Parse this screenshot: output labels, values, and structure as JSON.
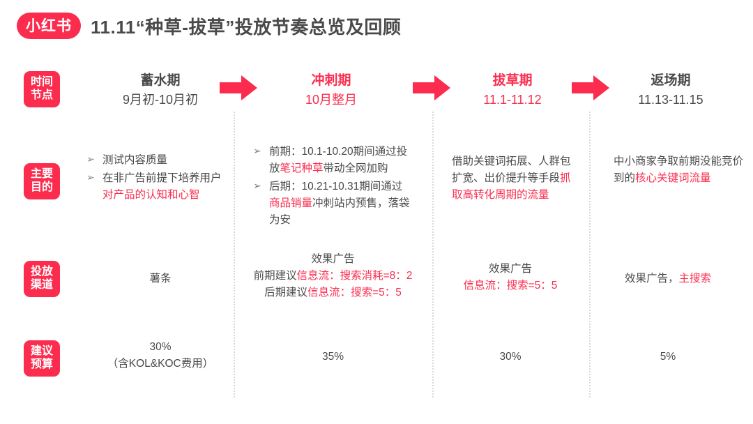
{
  "header": {
    "logo_text": "小红书",
    "title": "11.11“种草-拔草”投放节奏总览及回顾"
  },
  "colors": {
    "brand_red": "#FB2C4E",
    "text_dark": "#4A4A4A",
    "text_body": "#595959",
    "divider": "#D9D9D9"
  },
  "row_labels": [
    {
      "line1": "时间",
      "line2": "节点"
    },
    {
      "line1": "主要",
      "line2": "目的"
    },
    {
      "line1": "投放",
      "line2": "渠道"
    },
    {
      "line1": "建议",
      "line2": "预算"
    }
  ],
  "columns": [
    {
      "name": "蓄水期",
      "date": "9月初-10月初",
      "name_tone": "dark",
      "date_tone": "dark"
    },
    {
      "name": "冲刺期",
      "date": "10月整月",
      "name_tone": "red",
      "date_tone": "red"
    },
    {
      "name": "拔草期",
      "date": "11.1-11.12",
      "name_tone": "red",
      "date_tone": "red"
    },
    {
      "name": "返场期",
      "date": "11.13-11.15",
      "name_tone": "dark",
      "date_tone": "dark"
    }
  ],
  "arrows": [
    {
      "name": "arrow-1"
    },
    {
      "name": "arrow-2"
    },
    {
      "name": "arrow-3"
    }
  ],
  "purpose": {
    "col1": {
      "bullets": [
        {
          "marker": "➢",
          "dark": "测试内容质量",
          "red": ""
        },
        {
          "marker": "➢",
          "dark": "在非广告前提下培养用户",
          "red": "对产品的认知和心智"
        }
      ]
    },
    "col2": {
      "bullets": [
        {
          "marker": "➢",
          "dark_a": "前期：10.1-10.20期间通过投放",
          "red": "笔记种草",
          "dark_b": "带动全网加购"
        },
        {
          "marker": "➢",
          "dark_a": "后期：10.21-10.31期间通过",
          "red": "商品销量",
          "dark_b": "冲刺站内预售，落袋为安"
        }
      ]
    },
    "col3": {
      "dark": "借助关键词拓展、人群包扩宽、出价提升等手段",
      "red": "抓取高转化周期的流量"
    },
    "col4": {
      "dark": "中小商家争取前期没能竞价到的",
      "red": "核心关键词流量"
    }
  },
  "channel": {
    "col1": {
      "line1_dark": "薯条"
    },
    "col2": {
      "line1_dark": "效果广告",
      "line2_dark": "前期建议",
      "line2_red": "信息流：搜索消耗=8：2",
      "line3_dark": "后期建议",
      "line3_red": "信息流：搜索=5：5"
    },
    "col3": {
      "line1_dark": "效果广告",
      "line2_red": "信息流：搜索=5：5"
    },
    "col4": {
      "line1_dark": "效果广告，",
      "line1_red": "主搜索"
    }
  },
  "budget": {
    "col1": {
      "value": "30%",
      "note": "（含KOL&KOC费用）"
    },
    "col2": {
      "value": "35%",
      "note": ""
    },
    "col3": {
      "value": "30%",
      "note": ""
    },
    "col4": {
      "value": "5%",
      "note": ""
    }
  }
}
